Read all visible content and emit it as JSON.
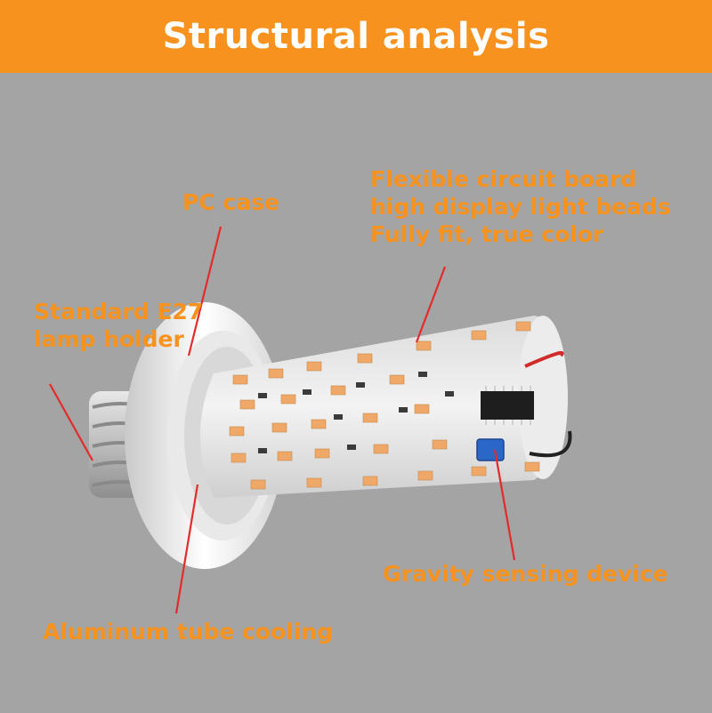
{
  "header": {
    "title": "Structural analysis"
  },
  "labels": {
    "pc_case": "PC case",
    "standard_e27_line1": "Standard E27",
    "standard_e27_line2": "lamp holder",
    "flexible_line1": "Flexible circuit board",
    "flexible_line2": "high display light beads",
    "flexible_line3": "Fully fit, true color",
    "gravity": "Gravity sensing device",
    "aluminum": "Aluminum tube cooling"
  },
  "colors": {
    "banner": "#f7921e",
    "label_text": "#f7921e",
    "pointer_line": "#e32b2b",
    "background": "#a4a4a4"
  }
}
